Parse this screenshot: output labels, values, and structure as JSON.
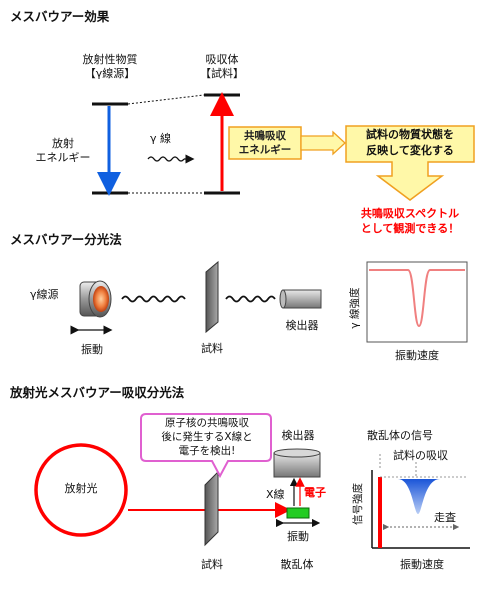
{
  "section1": {
    "title": "メスバウアー効果",
    "source_line1": "放射性物質",
    "source_line2": "【γ線源】",
    "absorber_line1": "吸収体",
    "absorber_line2": "【試料】",
    "emission_line1": "放射",
    "emission_line2": "エネルギー",
    "gamma_label": "γ 線",
    "resonance_line1": "共鳴吸収",
    "resonance_line2": "エネルギー",
    "state_line1": "試料の物質状態を",
    "state_line2": "反映して変化する",
    "result_line1": "共鳴吸収スペクトル",
    "result_line2": "として観測できる！"
  },
  "section2": {
    "title": "メスバウアー分光法",
    "gamma_source": "γ線源",
    "vibration": "振動",
    "sample": "試料",
    "detector": "検出器",
    "ylabel": "γ 線強度",
    "xlabel": "振動速度"
  },
  "section3": {
    "title": "放射光メスバウアー吸収分光法",
    "bubble_line1": "原子核の共鳴吸収",
    "bubble_line2": "後に発生するX線と",
    "bubble_line3": "電子を検出!",
    "synchrotron": "放射光",
    "detector": "検出器",
    "xray": "X線",
    "electron": "電子",
    "vibration": "振動",
    "sample": "試料",
    "scatterer": "散乱体",
    "scatterer_signal": "散乱体の信号",
    "sample_absorption": "試料の吸収",
    "scan": "走査",
    "ylabel": "信号強度",
    "xlabel": "振動速度"
  },
  "colors": {
    "accent_red": "#ff0000",
    "emission_blue": "#1060e0",
    "box_fill": "#fff8a8",
    "box_border": "#f0a020",
    "spectrum_pink": "#f08080",
    "scatterer_green": "#22cc22",
    "peak_blue": "#3a6ee0"
  },
  "icons": [
    "wavy-arrow-icon",
    "gamma-source-icon",
    "sample-plate-icon",
    "detector-icon",
    "scatterer-icon",
    "synchrotron-ring-icon"
  ]
}
